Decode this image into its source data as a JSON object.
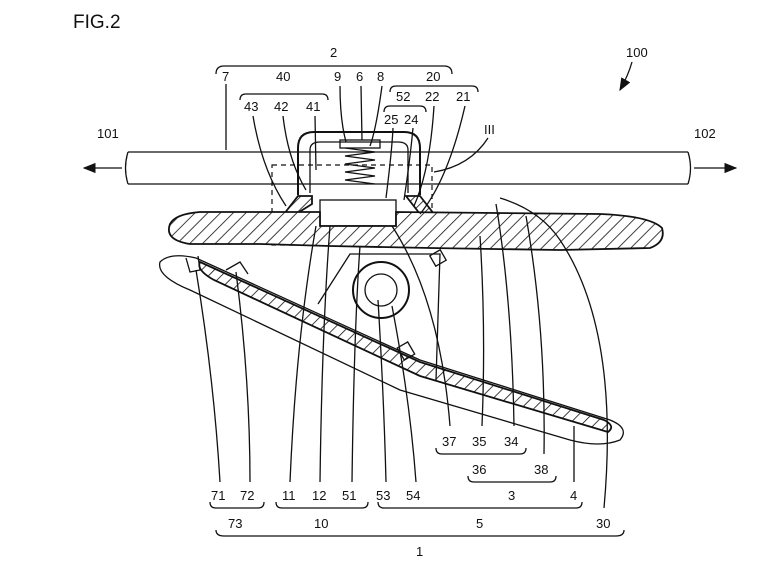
{
  "figure": {
    "title": "FIG.2",
    "reference_numeral": "100",
    "section_marker": "III",
    "arrow_left_label": "101",
    "arrow_right_label": "102",
    "top_labels": {
      "group_2": "2",
      "group_40": "40",
      "group_20": "20",
      "group_52": "52",
      "n7": "7",
      "n9": "9",
      "n6": "6",
      "n8": "8",
      "n43": "43",
      "n42": "42",
      "n41": "41",
      "n25": "25",
      "n24": "24",
      "n22": "22",
      "n21": "21"
    },
    "bottom_labels": {
      "n71": "71",
      "n72": "72",
      "n11": "11",
      "n12": "12",
      "n51": "51",
      "n53": "53",
      "n54": "54",
      "n37": "37",
      "n35": "35",
      "n34": "34",
      "n36": "36",
      "n38": "38",
      "n3": "3",
      "n4": "4",
      "n30": "30",
      "group_73": "73",
      "group_10": "10",
      "group_5": "5",
      "group_1": "1"
    }
  }
}
